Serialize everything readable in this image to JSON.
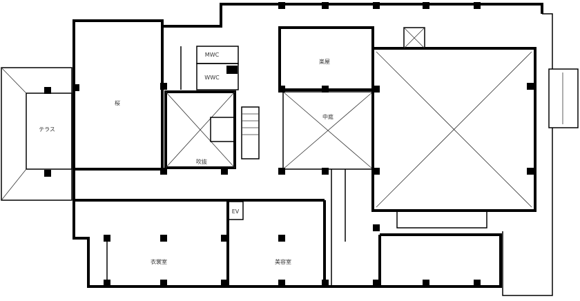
{
  "title": "Floor plan",
  "rooms": {
    "terrace": "テラス",
    "main_hall": "桜",
    "mwc": "MWC",
    "wwc": "WWC",
    "green_room": "楽屋",
    "atrium": "吹抜",
    "courtyard": "中庭",
    "elevator": "EV",
    "costume_room": "衣裳室",
    "beauty_room": "美容室"
  }
}
